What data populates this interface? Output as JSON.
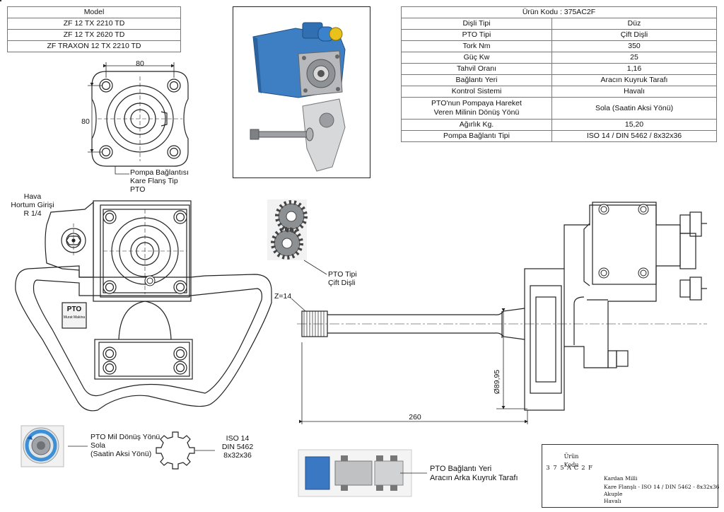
{
  "model_table": {
    "header": "Model",
    "rows": [
      "ZF 12 TX 2210 TD",
      "ZF 12 TX 2620 TD",
      "ZF TRAXON 12 TX 2210 TD"
    ]
  },
  "spec_table": {
    "title": "Ürün Kodu : 375AC2F",
    "rows": [
      {
        "label": "Dişli Tipi",
        "value": "Düz"
      },
      {
        "label": "PTO Tipi",
        "value": "Çift Dişli"
      },
      {
        "label": "Tork Nm",
        "value": "350"
      },
      {
        "label": "Güç Kw",
        "value": "25"
      },
      {
        "label": "Tahvil Oranı",
        "value": "1,16"
      },
      {
        "label": "Bağlantı Yeri",
        "value": "Aracın Kuyruk Tarafı"
      },
      {
        "label": "Kontrol Sistemi",
        "value": "Havalı"
      },
      {
        "label": "PTO'nun Pompaya Hareket Veren Milinin Dönüş Yönü",
        "value": "Sola (Saatin Aksi Yönü)"
      },
      {
        "label": "Ağırlık Kg.",
        "value": "15,20"
      },
      {
        "label": "Pompa Bağlantı Tipi",
        "value": "ISO 14 / DIN 5462 / 8x32x36"
      }
    ]
  },
  "flange_view": {
    "dim_width": "80",
    "dim_height": "80",
    "callout": [
      "Pompa Bağlantısı",
      "Kare Flanş Tip",
      "PTO"
    ]
  },
  "front_view": {
    "air_inlet": [
      "Hava",
      "Hortum Girişi",
      "R 1/4"
    ],
    "plate_text": [
      "PTO",
      "Murat Makina"
    ]
  },
  "gear_icon": {
    "callout": [
      "PTO Tipi",
      "Çift Dişli"
    ]
  },
  "side_view": {
    "teeth": "Z=14",
    "diameter": "Ø89,95",
    "length": "260"
  },
  "rotation": {
    "lines": [
      "PTO Mil Dönüş Yönü",
      "Sola",
      "(Saatin Aksi Yönü)"
    ]
  },
  "spline": {
    "lines": [
      "ISO 14",
      "DIN 5462",
      "8x32x36"
    ]
  },
  "mounting": {
    "lines": [
      "PTO Bağlantı Yeri",
      "Aracın Arka Kuyruk Tarafı"
    ]
  },
  "code_legend": {
    "title": "Ürün Kodu",
    "chars": [
      "3",
      "7",
      "5",
      "A",
      "C",
      "2",
      "F"
    ],
    "items": [
      "Kardan Milli",
      "Kare Flanşlı - ISO 14 / DIN 5462 - 8x32x36",
      "Akuple",
      "Havalı"
    ]
  },
  "colors": {
    "pto_blue": "#3d7fc2",
    "line": "#222222",
    "truck_blue": "#3b78c4"
  }
}
